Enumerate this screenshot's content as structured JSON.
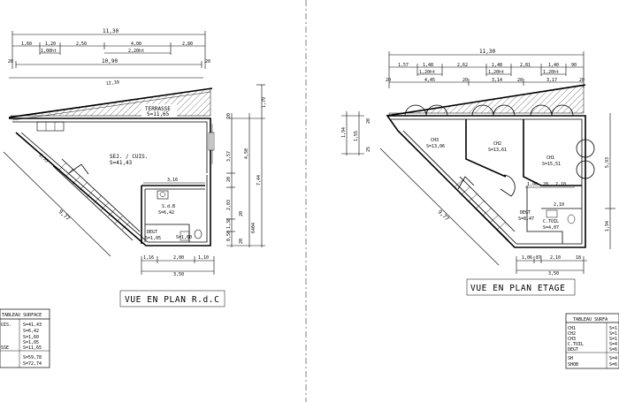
{
  "left": {
    "title": "VUE EN PLAN R.d.C",
    "dims_top": [
      "11,30",
      "1,60",
      "1,20",
      "2,50",
      "4,00",
      "2,80",
      "1,00ht",
      "2,20ht",
      "10,90",
      "20",
      "20",
      "12,39"
    ],
    "dims_right": [
      "1,79",
      "20",
      "3,57",
      "4,50",
      "20",
      "7,44",
      "2,03",
      "1,38",
      "0,50",
      "20",
      "20",
      "6404"
    ],
    "dims_misc": [
      "2,55",
      "9,77",
      "3,16",
      "1,16",
      "2,00",
      "1,10",
      "3,50"
    ],
    "rooms": {
      "terrasse_name": "TERRASSE",
      "terrasse_area": "S=11,65",
      "sej_name": "SEJ. / CUIS.",
      "sej_area": "S=41,43",
      "sdb_name": "S.d.B",
      "sdb_area": "S=6,42",
      "degt_name": "DEGT",
      "degt_area": "S=1,05",
      "wc_area": "S=1,60"
    },
    "table": {
      "header": "TABLEAU SURFACE",
      "rows": [
        {
          "name": "UIS.",
          "value": "S=41,43"
        },
        {
          "name": "",
          "value": "S=6,42"
        },
        {
          "name": "",
          "value": "S=1,60"
        },
        {
          "name": "",
          "value": "S=1,05"
        },
        {
          "name": "SSE",
          "value": "S=11,65"
        },
        {
          "name": "",
          "value": "S=59,78"
        },
        {
          "name": "",
          "value": "S=72,74"
        }
      ]
    }
  },
  "right": {
    "title": "VUE EN PLAN ETAGE",
    "dims_top": [
      "11,30",
      "1,57",
      "1,48",
      "2,62",
      "1,48",
      "2,81",
      "1,40",
      "90",
      "1,20ht",
      "1,20ht",
      "1,20ht",
      "20",
      "4,45",
      "20",
      "3,14",
      "20",
      "3,17",
      "20"
    ],
    "dims_left": [
      "1,94",
      "1,55",
      "20",
      "25"
    ],
    "dims_right": [
      "5,93",
      "1,94"
    ],
    "dims_misc": [
      "9,77",
      "1,00",
      "20",
      "2,10",
      "2,10",
      "1,06",
      "87",
      "2,10",
      "18",
      "3,50"
    ],
    "rooms": {
      "ch3_name": "CH3",
      "ch3_area": "S=13,06",
      "ch2_name": "CH2",
      "ch2_area": "S=13,61",
      "ch1_name": "CH1",
      "ch1_area": "S=15,51",
      "degt_name": "DEGT",
      "degt_area": "S=8,47",
      "ctoil_name": "C.TOIL",
      "ctoil_area": "S=4,07"
    },
    "table": {
      "header": "TABLEAU SURFA",
      "rows": [
        {
          "name": "CH1",
          "value": "S=1"
        },
        {
          "name": "CH2",
          "value": "S=1"
        },
        {
          "name": "CH3",
          "value": "S=1"
        },
        {
          "name": "C.TOIL",
          "value": "S=4"
        },
        {
          "name": "DEGT",
          "value": "S=6"
        },
        {
          "name": "SH",
          "value": "S=4"
        },
        {
          "name": "SHOB",
          "value": "S=6"
        }
      ]
    }
  }
}
